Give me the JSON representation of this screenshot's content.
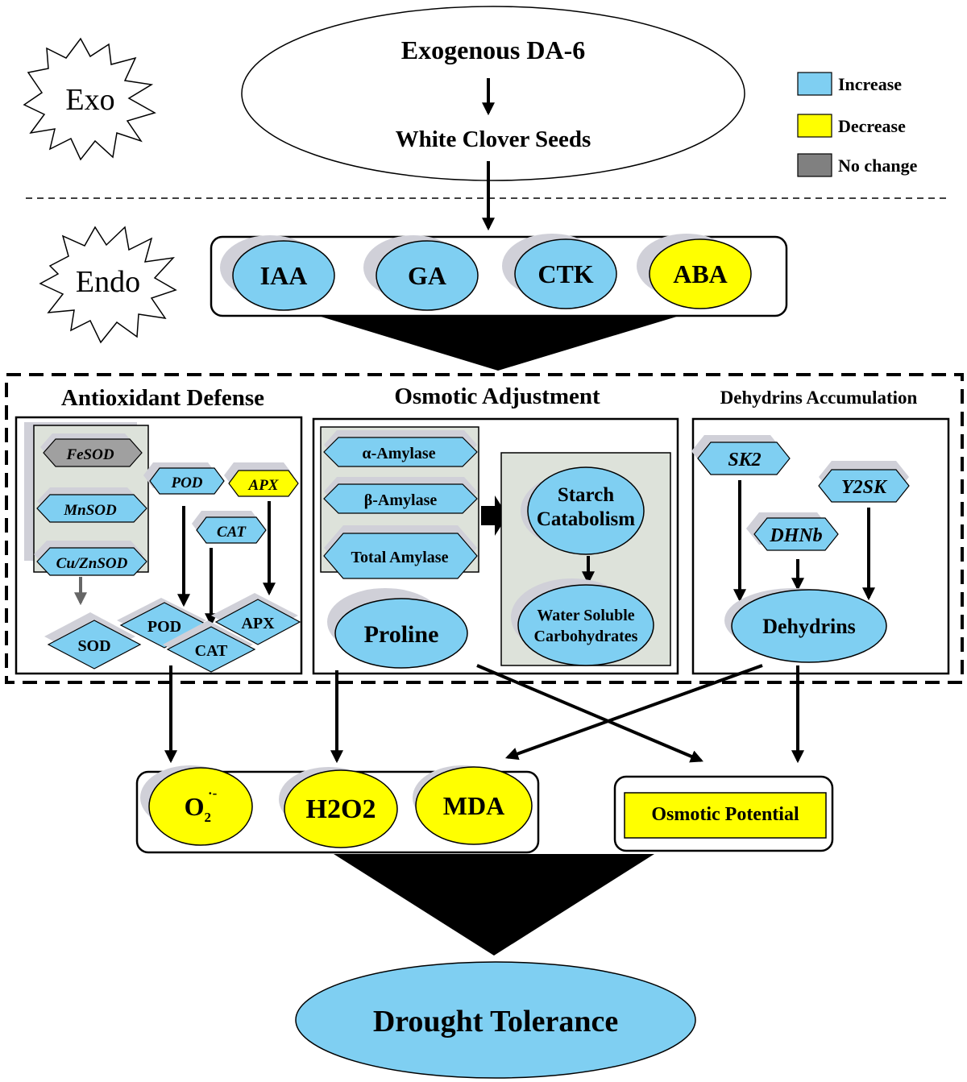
{
  "colors": {
    "increase": "#7fcff2",
    "decrease": "#ffff00",
    "no_change": "#808080",
    "outline": "#000000"
  },
  "exo": {
    "burst_label": "Exo",
    "source": "Exogenous DA-6",
    "target": "White Clover Seeds"
  },
  "endo": {
    "burst_label": "Endo",
    "hormones": [
      {
        "label": "IAA",
        "status": "increase"
      },
      {
        "label": "GA",
        "status": "increase"
      },
      {
        "label": "CTK",
        "status": "increase"
      },
      {
        "label": "ABA",
        "status": "decrease"
      }
    ]
  },
  "legend": [
    {
      "label": "Increase",
      "status": "increase"
    },
    {
      "label": "Decrease",
      "status": "decrease"
    },
    {
      "label": "No change",
      "status": "no_change"
    }
  ],
  "antioxidant": {
    "title": "Antioxidant Defense",
    "sod_genes": [
      {
        "label": "FeSOD",
        "status": "no_change"
      },
      {
        "label": "MnSOD",
        "status": "increase"
      },
      {
        "label": "Cu/ZnSOD",
        "status": "increase"
      }
    ],
    "genes": {
      "pod": {
        "label": "POD",
        "status": "increase"
      },
      "apx": {
        "label": "APX",
        "status": "decrease"
      },
      "cat": {
        "label": "CAT",
        "status": "increase"
      }
    },
    "enzymes": {
      "sod": {
        "label": "SOD",
        "status": "increase"
      },
      "pod": {
        "label": "POD",
        "status": "increase"
      },
      "cat": {
        "label": "CAT",
        "status": "increase"
      },
      "apx": {
        "label": "APX",
        "status": "increase"
      }
    }
  },
  "osmotic": {
    "title": "Osmotic Adjustment",
    "amylases": [
      {
        "label": "α-Amylase",
        "status": "increase"
      },
      {
        "label": "β-Amylase",
        "status": "increase"
      },
      {
        "label": "Total Amylase",
        "status": "increase"
      }
    ],
    "starch_line1": "Starch",
    "starch_line2": "Catabolism",
    "wsc_line1": "Water Soluble",
    "wsc_line2": "Carbohydrates",
    "proline": "Proline"
  },
  "dehydrins": {
    "title": "Dehydrins Accumulation",
    "genes": [
      {
        "label": "SK2",
        "status": "increase"
      },
      {
        "label": "Y2SK",
        "status": "increase"
      },
      {
        "label": "DHNb",
        "status": "increase"
      }
    ],
    "product": "Dehydrins"
  },
  "outcomes": {
    "o2_base": "O",
    "o2_sub": "2",
    "o2_sup": "·-",
    "h2o2_p1": "H",
    "h2o2_s1": "2",
    "h2o2_p2": "O",
    "h2o2_s2": "2",
    "mda": "MDA",
    "osmotic_potential": "Osmotic Potential"
  },
  "result": "Drought Tolerance"
}
